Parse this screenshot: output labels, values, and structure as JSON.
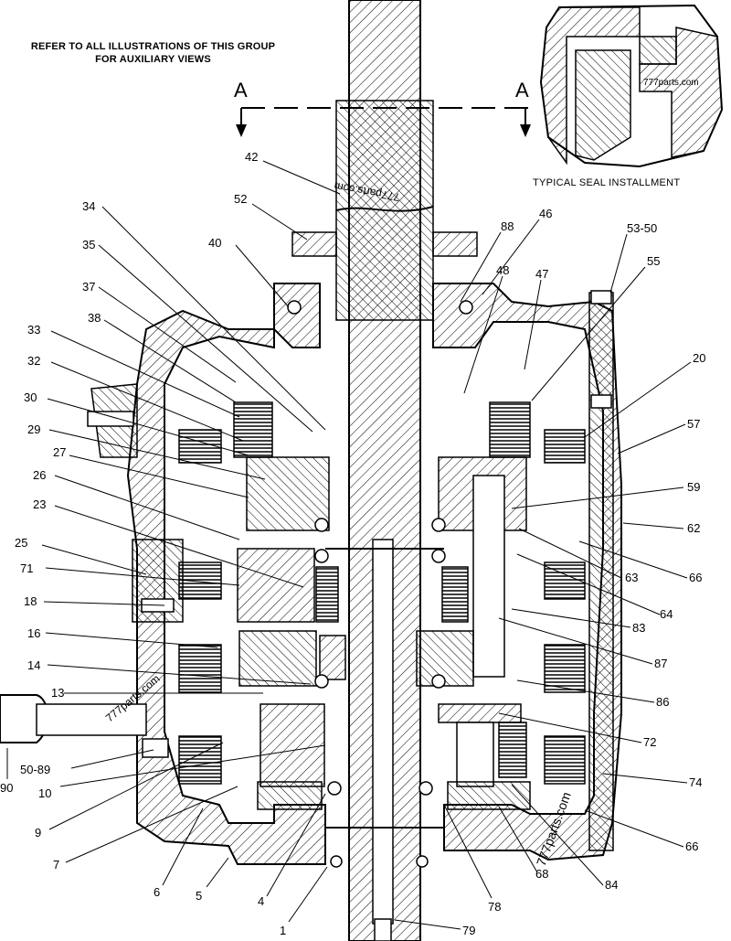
{
  "notes": {
    "refer_line1": "REFER TO ALL ILLUSTRATIONS OF THIS GROUP",
    "refer_line2": "FOR AUXILIARY VIEWS",
    "section_left": "A",
    "section_right": "A",
    "seal_caption": "TYPICAL SEAL INSTALLMENT",
    "seal_watermark": "777parts.com"
  },
  "watermarks": [
    "777parts.com",
    "777parts.com",
    "777parts.com"
  ],
  "left_callouts": [
    "42",
    "52",
    "40",
    "34",
    "35",
    "37",
    "38",
    "33",
    "32",
    "30",
    "29",
    "27",
    "26",
    "23",
    "25",
    "71",
    "18",
    "16",
    "14",
    "13",
    "90",
    "50-89",
    "10",
    "9",
    "7",
    "6",
    "5",
    "4",
    "1"
  ],
  "right_callouts": [
    "88",
    "46",
    "48",
    "47",
    "53-50",
    "55",
    "20",
    "57",
    "59",
    "62",
    "63",
    "66",
    "64",
    "83",
    "87",
    "86",
    "72",
    "74",
    "66",
    "84",
    "68",
    "78",
    "79"
  ]
}
